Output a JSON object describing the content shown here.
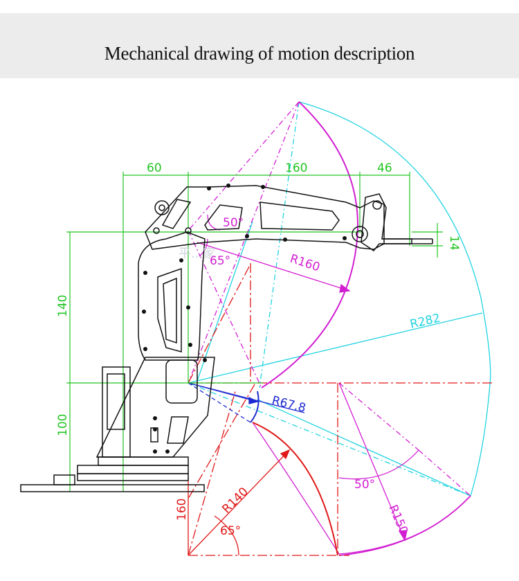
{
  "header": {
    "title": "Mechanical drawing of motion description"
  },
  "watermark": "平...家",
  "dimensions": {
    "d60": "60",
    "d160_top": "160",
    "d46": "46",
    "d14": "14",
    "d140": "140",
    "d100": "100",
    "d160_bottom": "160"
  },
  "radii": {
    "r160_upper": "R160",
    "r282": "R282",
    "r67": "R67.8",
    "r140": "R140",
    "r150": "R150"
  },
  "angles": {
    "a50_upper": "50°",
    "a65_upper": "65°",
    "a50_lower": "50°",
    "a65_lower": "65°"
  },
  "colors": {
    "green": "#22c422",
    "magenta": "#d21fd2",
    "cyan": "#1fd3e0",
    "red": "#e01818",
    "blue": "#1e2ad0",
    "black": "#111111"
  }
}
